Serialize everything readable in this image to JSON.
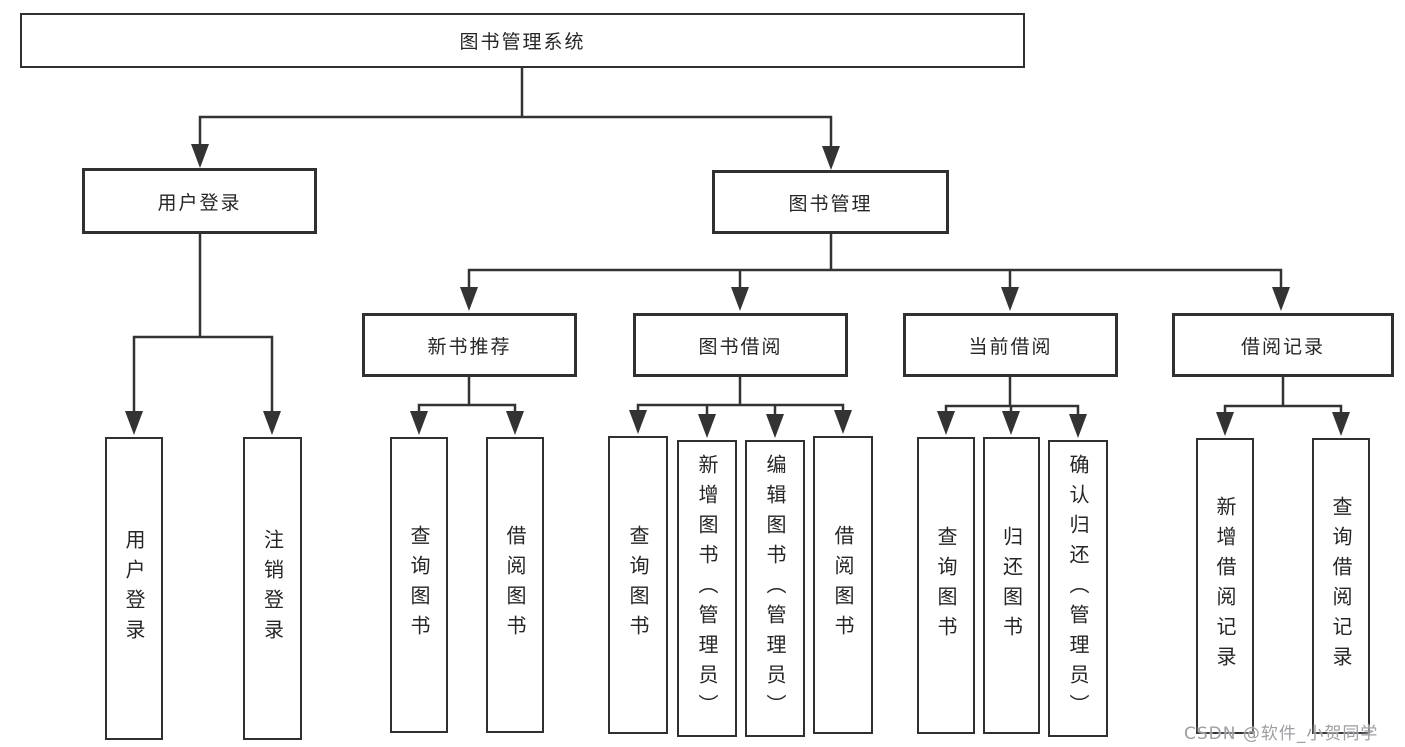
{
  "diagram": {
    "title": "图书管理系统",
    "branches": [
      {
        "label": "用户登录",
        "leaves": [
          "用户登录",
          "注销登录"
        ]
      },
      {
        "label": "图书管理",
        "groups": [
          {
            "label": "新书推荐",
            "leaves": [
              "查询图书",
              "借阅图书"
            ]
          },
          {
            "label": "图书借阅",
            "leaves": [
              "查询图书",
              "新增图书（管理员）",
              "编辑图书（管理员）",
              "借阅图书"
            ]
          },
          {
            "label": "当前借阅",
            "leaves": [
              "查询图书",
              "归还图书",
              "确认归还（管理员）"
            ]
          },
          {
            "label": "借阅记录",
            "leaves": [
              "新增借阅记录",
              "查询借阅记录"
            ]
          }
        ]
      }
    ]
  },
  "watermark": {
    "text": "CSDN @软件_小贺同学",
    "color": "#9e9ea3"
  },
  "colors": {
    "line": "#333333",
    "box_border": "#303030",
    "text": "#262626",
    "background": "#ffffff",
    "watermark": "#9e9ea3"
  }
}
